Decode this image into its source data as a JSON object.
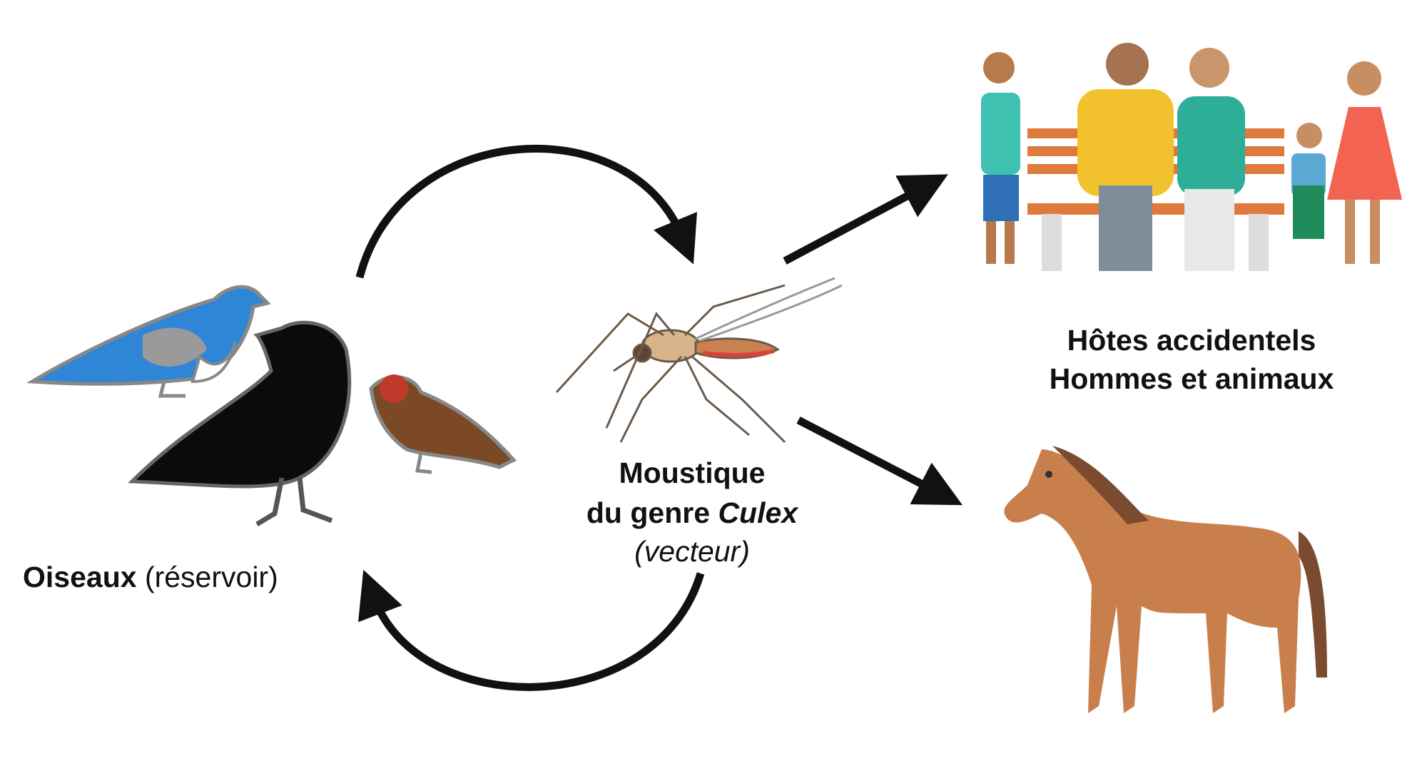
{
  "reservoir": {
    "name": "Oiseaux",
    "role": "(réservoir)"
  },
  "vector": {
    "line1": "Moustique",
    "line2_prefix": "du genre",
    "genus": "Culex",
    "role": "(vecteur)"
  },
  "hosts": {
    "line1": "Hôtes accidentels",
    "line2": "Hommes et animaux"
  },
  "colors": {
    "arrow": "#111111",
    "bluebird": "#2f86d6",
    "crow": "#0b0b0b",
    "finch": "#7b4a25",
    "horse": "#c97f4c",
    "bench": "#e0793c"
  }
}
